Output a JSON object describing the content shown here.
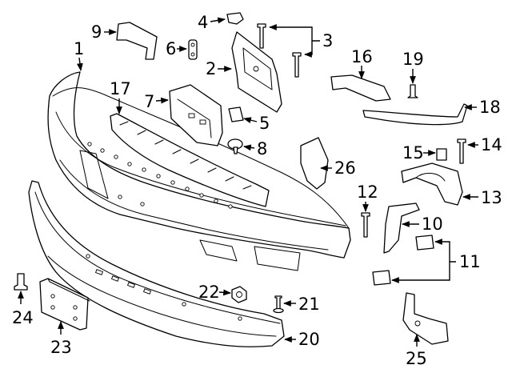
{
  "diagram": {
    "type": "exploded parts diagram",
    "subject": "front bumper assembly",
    "callouts": [
      "1",
      "2",
      "3",
      "4",
      "5",
      "6",
      "7",
      "8",
      "9",
      "10",
      "11",
      "12",
      "13",
      "14",
      "15",
      "16",
      "17",
      "18",
      "19",
      "20",
      "21",
      "22",
      "23",
      "24",
      "25",
      "26"
    ]
  }
}
